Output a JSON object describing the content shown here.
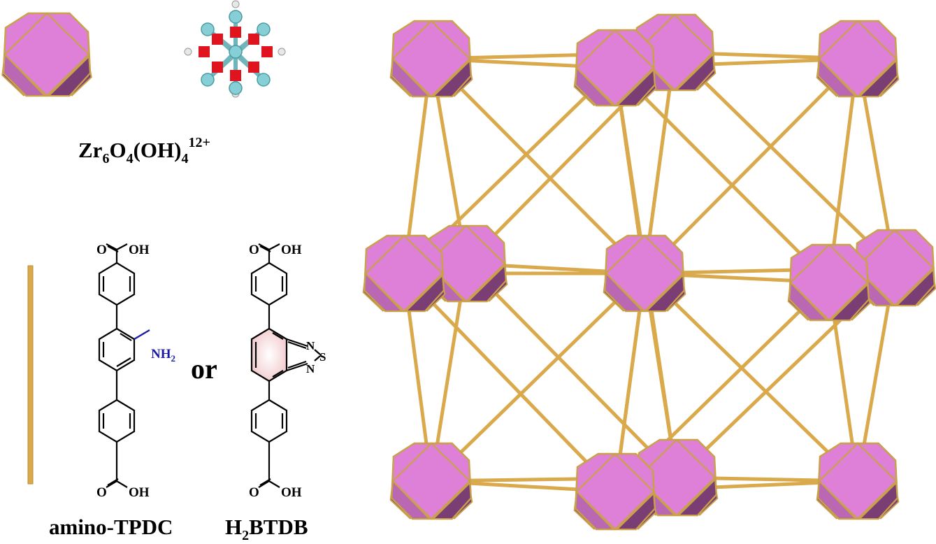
{
  "cluster": {
    "formula_main": "Zr",
    "formula_sub1": "6",
    "formula_o": "O",
    "formula_sub2": "4",
    "formula_oh": "(OH)",
    "formula_sub3": "4",
    "formula_charge": "12+"
  },
  "linkers": {
    "or_label": "or",
    "amino_tpdc": {
      "name": "amino-TPDC",
      "top_group": "OH",
      "top_o": "O",
      "bottom_group": "OH",
      "bottom_o": "O",
      "substituent_main": "NH",
      "substituent_sub": "2"
    },
    "h2btdb": {
      "name_prefix": "H",
      "name_sub": "2",
      "name_suffix": "BTDB",
      "top_group": "OH",
      "top_o": "O",
      "bottom_group": "OH",
      "bottom_o": "O",
      "n_top": "N",
      "s_atom": "S",
      "n_bottom": "N"
    }
  },
  "colors": {
    "octahedron_face": "#DE80D8",
    "octahedron_dark": "#7A3D74",
    "octahedron_edge": "#C9A14A",
    "rod": "#D9A94B",
    "zr_atom": "#86CFD6",
    "o_atom": "#E0141E",
    "h_atom": "#E8E8E8",
    "nh2_text": "#1A1AA6",
    "btd_ring_tint": "#F1C6C9"
  }
}
